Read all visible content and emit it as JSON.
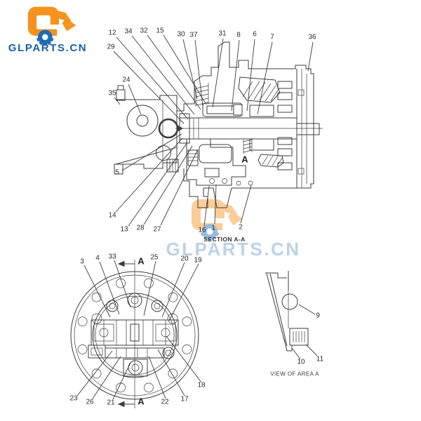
{
  "brand": {
    "name": "GLPARTS.CN"
  },
  "watermark": {
    "text": "GLPARTS.CN"
  },
  "colors": {
    "logo_orange": "#F6921E",
    "logo_blue": "#1E6CB5",
    "brand_text_blue": "#1760A8",
    "line_gray": "#3C3C3C",
    "watermark_blue": "#A9C9E2",
    "watermark_peach": "#F8D8B2"
  },
  "icons": [
    "excavator-gear-logo"
  ],
  "top_diagram": {
    "section_label": "SECTION A-A",
    "area_label": "A",
    "callouts": [
      "12",
      "34",
      "32",
      "15",
      "30",
      "37",
      "31",
      "8",
      "6",
      "7",
      "36",
      "29",
      "24",
      "35",
      "5",
      "14",
      "13",
      "28",
      "27",
      "16",
      "1",
      "2"
    ]
  },
  "bottom_diagram": {
    "section_arrow_label": "A",
    "callouts": [
      "3",
      "4",
      "33",
      "25",
      "20",
      "19",
      "23",
      "26",
      "21",
      "22",
      "17",
      "18"
    ]
  },
  "detail_view": {
    "label": "VIEW OF AREA A",
    "callouts": [
      "9",
      "10",
      "11"
    ]
  }
}
